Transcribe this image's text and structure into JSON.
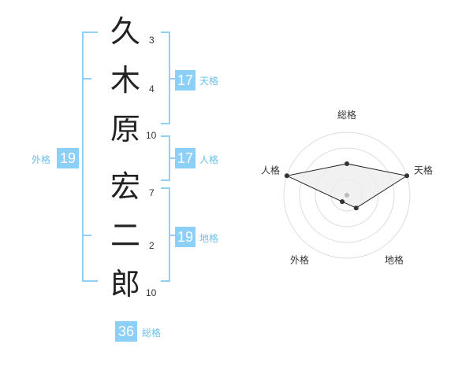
{
  "name": {
    "chars": [
      {
        "char": "久",
        "strokes": "3"
      },
      {
        "char": "木",
        "strokes": "4"
      },
      {
        "char": "原",
        "strokes": "10"
      },
      {
        "char": "宏",
        "strokes": "7"
      },
      {
        "char": "二",
        "strokes": "2"
      },
      {
        "char": "郎",
        "strokes": "10"
      }
    ]
  },
  "fortunes": {
    "tenkaku": {
      "value": "17",
      "label": "天格"
    },
    "jinkaku": {
      "value": "17",
      "label": "人格"
    },
    "chikaku": {
      "value": "19",
      "label": "地格"
    },
    "gaikaku": {
      "value": "19",
      "label": "外格"
    },
    "soukaku": {
      "value": "36",
      "label": "総格"
    }
  },
  "chart_data": {
    "type": "radar",
    "axes": [
      "総格",
      "天格",
      "地格",
      "外格",
      "人格"
    ],
    "rings": 4,
    "values": [
      2,
      4,
      1,
      0.5,
      4
    ],
    "max": 4,
    "colors": {
      "fill": "#eeeeee",
      "stroke": "#222222",
      "grid": "#dddddd",
      "point": "#333333",
      "center": "#bbbbbb"
    }
  },
  "colors": {
    "accent": "#8cd0f8",
    "accent_text": "#6cc0ec"
  }
}
